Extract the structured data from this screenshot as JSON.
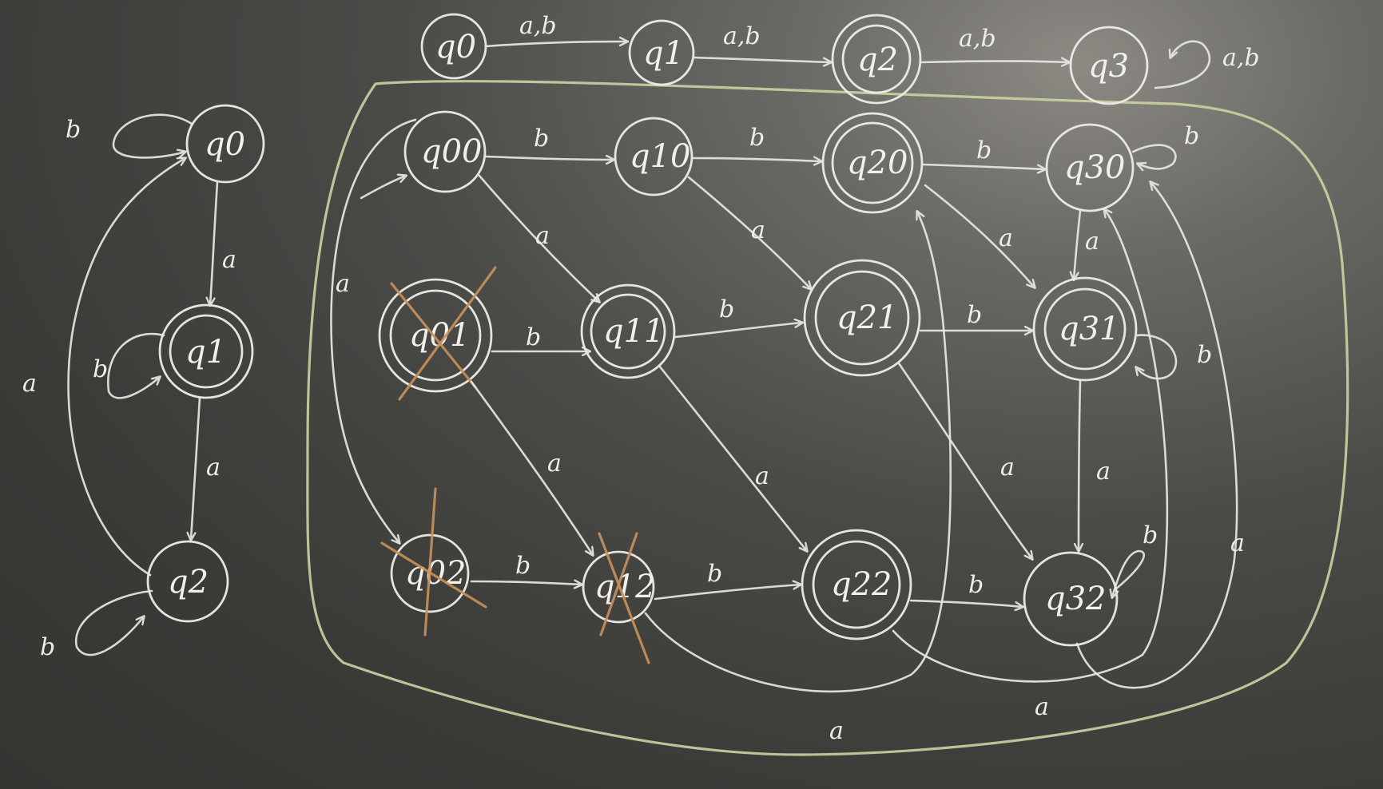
{
  "colors": {
    "board": "#3b3b38",
    "chalk": "#eeece7",
    "orange_chalk": "#c9925b",
    "green_chalk": "#c8d4a2"
  },
  "top": {
    "states": [
      "q0",
      "q1",
      "q2",
      "q3"
    ],
    "labels": {
      "q0_q1": "a,b",
      "q1_q2": "a,b",
      "q2_q3": "a,b",
      "q3_loop": "a,b"
    }
  },
  "left": {
    "states": [
      "q0",
      "q1",
      "q2"
    ],
    "labels": {
      "q0_loop": "b",
      "q0_q1": "a",
      "q1_loop": "b",
      "q1_q2": "a",
      "q2_loop": "b",
      "q2_q0": "a"
    }
  },
  "product": {
    "states": {
      "q00": "q00",
      "q10": "q10",
      "q20": "q20",
      "q30": "q30",
      "q01": "q01",
      "q11": "q11",
      "q21": "q21",
      "q31": "q31",
      "q02": "q02",
      "q12": "q12",
      "q22": "q22",
      "q32": "q32"
    },
    "crossed_out": [
      "q01",
      "q02",
      "q12"
    ],
    "labels": {
      "b": "b",
      "a": "a"
    }
  }
}
